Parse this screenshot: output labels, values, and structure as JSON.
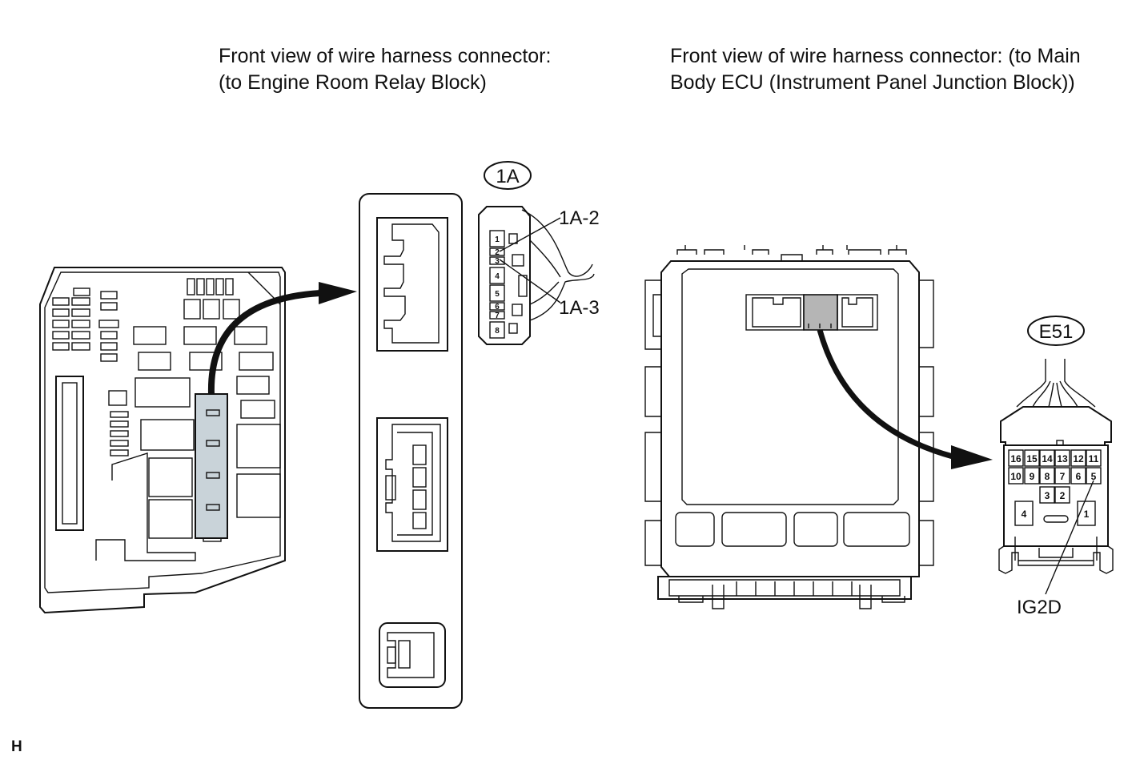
{
  "captions": {
    "left_line1": "Front view of wire harness connector:",
    "left_line2": "(to Engine Room Relay Block)",
    "right_line1": "Front view of wire harness connector: (to Main",
    "right_line2": "Body ECU (Instrument Panel Junction Block))"
  },
  "connector_1a": {
    "id": "1A",
    "pins": [
      "1",
      "2",
      "3",
      "4",
      "5",
      "6",
      "7",
      "8"
    ],
    "callouts": [
      "1A-2",
      "1A-3"
    ]
  },
  "connector_e51": {
    "id": "E51",
    "pins_row1": [
      "16",
      "15",
      "14",
      "13",
      "12",
      "11"
    ],
    "pins_row2": [
      "10",
      "9",
      "8",
      "7",
      "6",
      "5"
    ],
    "pins_row3": [
      "3",
      "2"
    ],
    "pin_left": "4",
    "pin_right": "1",
    "callout": "IG2D"
  },
  "figure_code": "H",
  "colors": {
    "line": "#111111",
    "highlight_fill": "#c9d3d9",
    "ecu_highlight_fill": "#b5b5b5"
  }
}
